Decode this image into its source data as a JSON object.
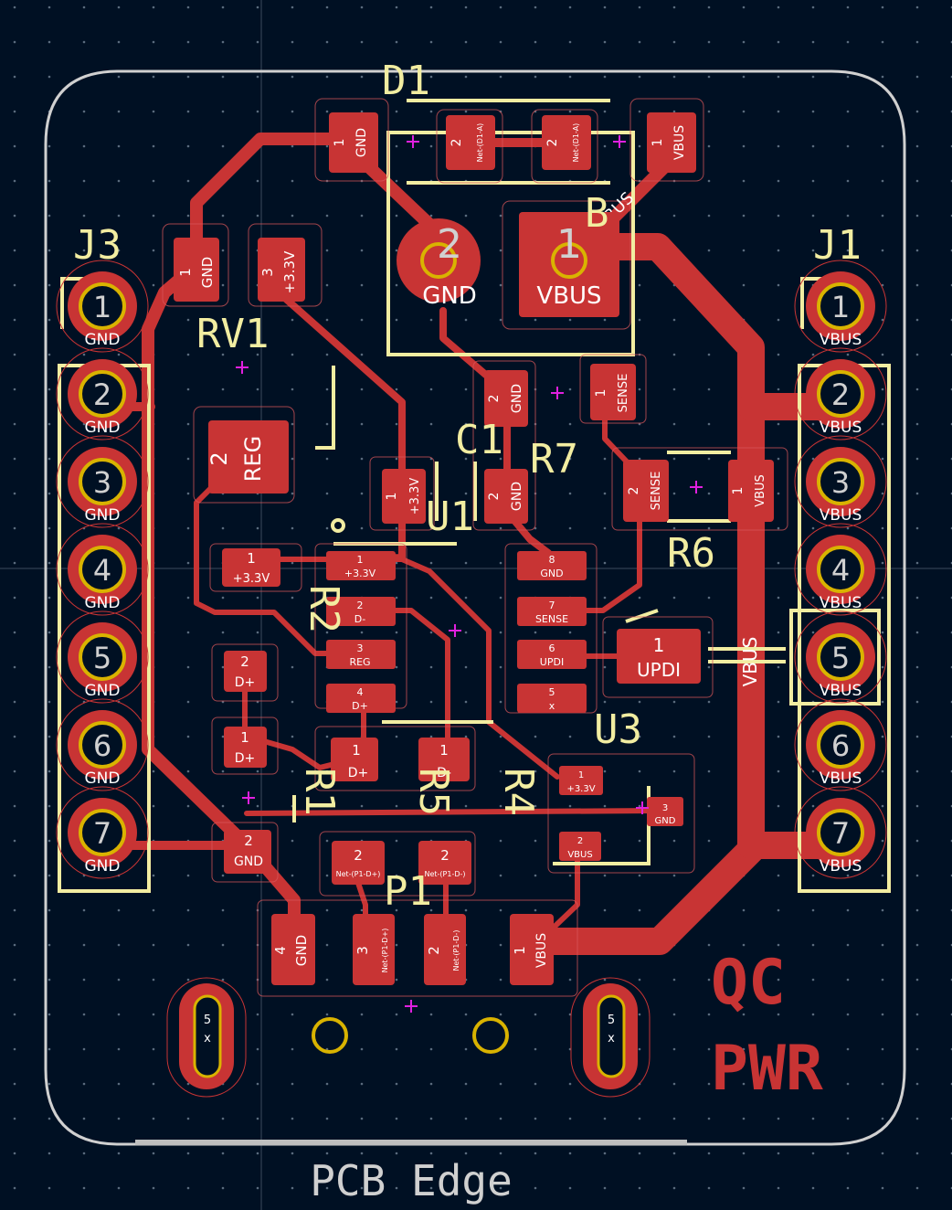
{
  "colors": {
    "background": "#001023",
    "copper": "#c83434",
    "silkscreen": "#f2eda1",
    "pad_text": "#ffffff",
    "edge": "#d0d0d0",
    "anchor": "#e020e0"
  },
  "refs": {
    "D1": "D1",
    "J3": "J3",
    "J1": "J1",
    "RV1": "RV1",
    "C1": "C1",
    "R7": "R7",
    "U1": "U1",
    "R6": "R6",
    "R2": "R2",
    "U3": "U3",
    "R1": "R1",
    "R5": "R5",
    "R4": "R4",
    "P1": "P1",
    "B": "B"
  },
  "j3_pins": [
    {
      "num": "1",
      "net": "GND"
    },
    {
      "num": "2",
      "net": "GND"
    },
    {
      "num": "3",
      "net": "GND"
    },
    {
      "num": "4",
      "net": "GND"
    },
    {
      "num": "5",
      "net": "GND"
    },
    {
      "num": "6",
      "net": "GND"
    },
    {
      "num": "7",
      "net": "GND"
    }
  ],
  "j1_pins": [
    {
      "num": "1",
      "net": "VBUS"
    },
    {
      "num": "2",
      "net": "VBUS"
    },
    {
      "num": "3",
      "net": "VBUS"
    },
    {
      "num": "4",
      "net": "VBUS"
    },
    {
      "num": "5",
      "net": "VBUS"
    },
    {
      "num": "6",
      "net": "VBUS"
    },
    {
      "num": "7",
      "net": "VBUS"
    }
  ],
  "pads": {
    "d1_1": {
      "num": "1",
      "net": "GND"
    },
    "d1_2a": {
      "num": "2",
      "net": "Net-(D1-A)"
    },
    "d1_2b": {
      "num": "2",
      "net": "Net-(D1-A)"
    },
    "d1_1b": {
      "num": "1",
      "net": "VBUS"
    },
    "bat_2": {
      "num": "2",
      "net": "GND"
    },
    "bat_1": {
      "num": "1",
      "net": "VBUS"
    },
    "vbus_diag": "VBUS",
    "rv1_1": {
      "num": "1",
      "net": "GND"
    },
    "rv1_3": {
      "num": "3",
      "net": "+3.3V"
    },
    "rv1_2": {
      "num": "2",
      "net": "REG"
    },
    "c1_2": {
      "num": "2",
      "net": "GND"
    },
    "r7_1": {
      "num": "1",
      "net": "SENSE"
    },
    "c1_1": {
      "num": "1",
      "net": "+3.3V"
    },
    "c1_2b": {
      "num": "2",
      "net": "GND"
    },
    "r6_2": {
      "num": "2",
      "net": "SENSE"
    },
    "r6_1": {
      "num": "1",
      "net": "VBUS"
    },
    "r2_1": {
      "num": "1",
      "net": "+3.3V"
    },
    "r2_2": {
      "num": "2",
      "net": "D+"
    },
    "r1_1": {
      "num": "1",
      "net": "D+"
    },
    "r1_2": {
      "num": "2",
      "net": "GND"
    },
    "u1_1": {
      "num": "1",
      "net": "+3.3V"
    },
    "u1_2": {
      "num": "2",
      "net": "D-"
    },
    "u1_3": {
      "num": "3",
      "net": "REG"
    },
    "u1_4": {
      "num": "4",
      "net": "D+"
    },
    "u1_8": {
      "num": "8",
      "net": "GND"
    },
    "u1_7": {
      "num": "7",
      "net": "SENSE"
    },
    "u1_6": {
      "num": "6",
      "net": "UPDI"
    },
    "u1_5": {
      "num": "5",
      "net": "x"
    },
    "updi_1": {
      "num": "1",
      "net": "UPDI"
    },
    "vbus_vert": "VBUS",
    "r5_1": {
      "num": "1",
      "net": "D+"
    },
    "r4_1": {
      "num": "1",
      "net": "D-"
    },
    "u3_1": {
      "num": "1",
      "net": "+3.3V"
    },
    "u3_3": {
      "num": "3",
      "net": "GND"
    },
    "u3_2": {
      "num": "2",
      "net": "VBUS"
    },
    "r5_2": {
      "num": "2",
      "net": "Net-(P1-D+)"
    },
    "r4_2": {
      "num": "2",
      "net": "Net-(P1-D-)"
    },
    "p1_4": {
      "num": "4",
      "net": "GND"
    },
    "p1_3": {
      "num": "3",
      "net": "Net-(P1-D+)"
    },
    "p1_2": {
      "num": "2",
      "net": "Net-(P1-D-)"
    },
    "p1_1": {
      "num": "1",
      "net": "VBUS"
    },
    "shield_l": {
      "num": "5",
      "net": "x"
    },
    "shield_r": {
      "num": "5",
      "net": "x"
    }
  },
  "board_text": {
    "line1": "QC",
    "line2": "PWR"
  },
  "edge_label": "PCB Edge"
}
